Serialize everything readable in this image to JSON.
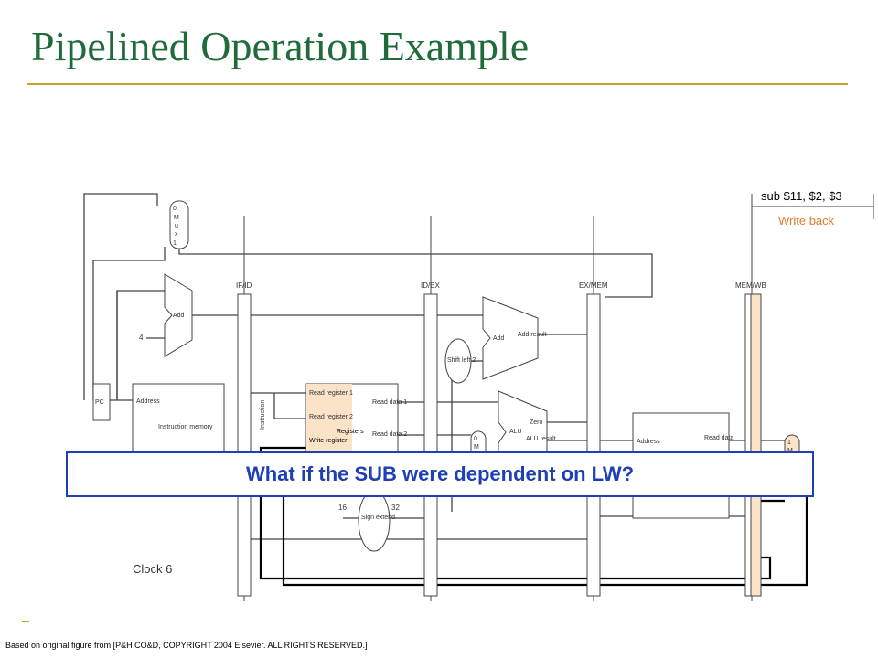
{
  "slide": {
    "title": "Pipelined Operation Example",
    "callout": "What if the SUB were dependent on LW?",
    "credit": "Based on original figure from [P&H CO&D, COPYRIGHT 2004 Elsevier. ALL RIGHTS RESERVED.]"
  },
  "diagram": {
    "instruction": "sub $11, $2, $3",
    "stage": "Write back",
    "clock": "Clock 6",
    "registers": {
      "ifid": "IF/ID",
      "idex": "ID/EX",
      "exmem": "EX/MEM",
      "memwb": "MEM/WB"
    },
    "pc": "PC",
    "mux_top": [
      "0",
      "M",
      "u",
      "x",
      "1"
    ],
    "adder1": {
      "label": "Add",
      "input_const": "4"
    },
    "instr_memory": {
      "address": "Address",
      "label": "Instruction memory",
      "instruction": "Instruction"
    },
    "regfile": {
      "read_reg1": "Read register 1",
      "read_reg2": "Read register 2",
      "write_reg": "Write register",
      "title": "Registers",
      "read_data1": "Read data 1",
      "read_data2": "Read data 2"
    },
    "shift": "Shift left 2",
    "adder2": {
      "label": "Add",
      "result": "Add result"
    },
    "alu": {
      "label": "ALU",
      "zero": "Zero",
      "result": "ALU result"
    },
    "alu_mux": [
      "0",
      "M"
    ],
    "sign_extend": {
      "label": "Sign extend",
      "in_bits": "16",
      "out_bits": "32"
    },
    "data_memory": {
      "address": "Address",
      "read_data": "Read data"
    },
    "wb_mux": [
      "1",
      "M"
    ],
    "colors": {
      "title": "#1f6b3a",
      "rule": "#c9a227",
      "callout": "#1f3fb5",
      "stage": "#e07b2a",
      "highlight": "#fbe3c8",
      "diagram": "#444444"
    }
  }
}
